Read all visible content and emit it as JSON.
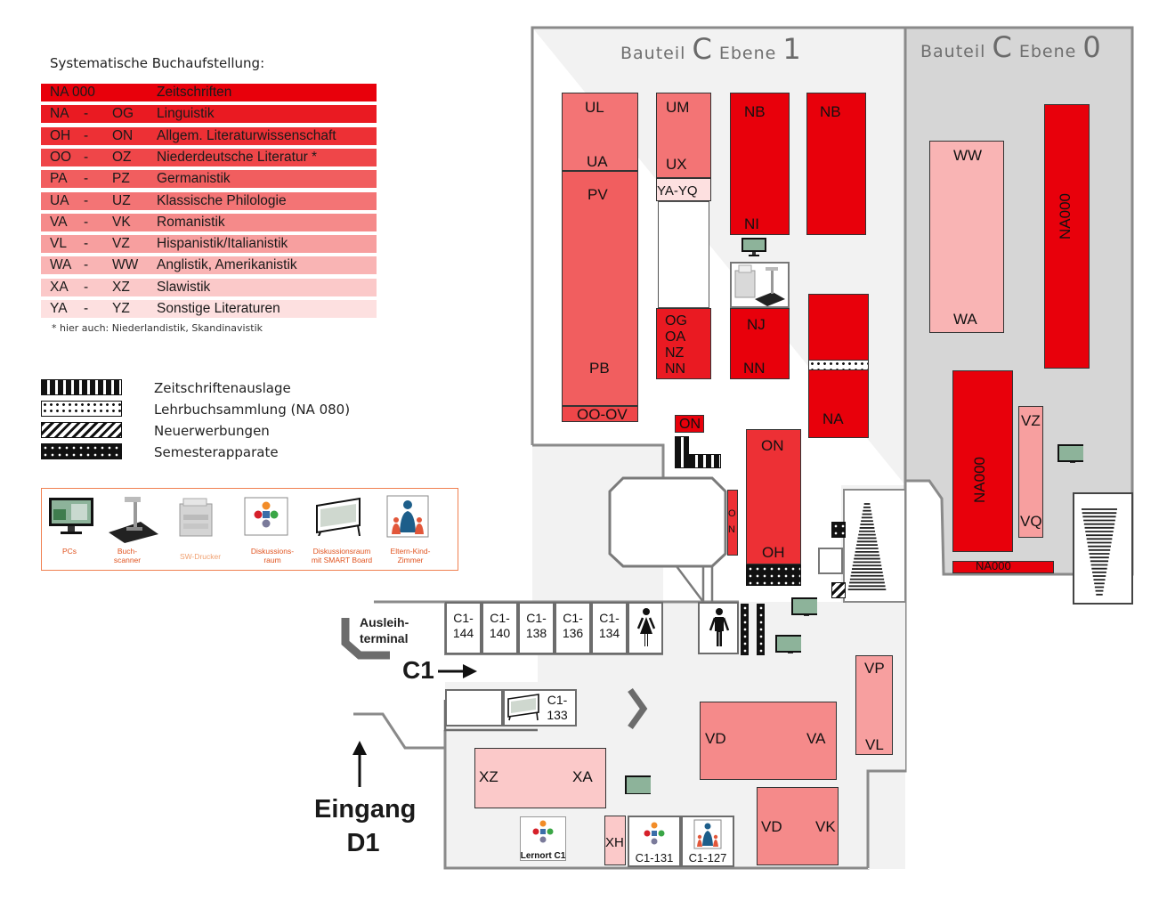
{
  "legend": {
    "title": "Systematische Buchaufstellung:",
    "rows": [
      {
        "a": "NA 000",
        "d": "",
        "b": "",
        "label": "Zeitschriften",
        "color": "#e8000b"
      },
      {
        "a": "NA",
        "d": "-",
        "b": "OG",
        "label": "Linguistik",
        "color": "#ea1a22"
      },
      {
        "a": "OH",
        "d": "-",
        "b": "ON",
        "label": "Allgem. Literaturwissenschaft",
        "color": "#ed3035"
      },
      {
        "a": "OO",
        "d": "-",
        "b": "OZ",
        "label": "Niederdeutsche Literatur *",
        "color": "#ef4649"
      },
      {
        "a": "PA",
        "d": "-",
        "b": "PZ",
        "label": "Germanistik",
        "color": "#f15e5f"
      },
      {
        "a": "UA",
        "d": "-",
        "b": "UZ",
        "label": "Klassische Philologie",
        "color": "#f37475"
      },
      {
        "a": "VA",
        "d": "-",
        "b": "VK",
        "label": "Romanistik",
        "color": "#f58a8a"
      },
      {
        "a": "VL",
        "d": "-",
        "b": "VZ",
        "label": "Hispanistik/Italianistik",
        "color": "#f79f9f"
      },
      {
        "a": "WA",
        "d": "-",
        "b": "WW",
        "label": "Anglistik, Amerikanistik",
        "color": "#f9b4b4"
      },
      {
        "a": "XA",
        "d": "-",
        "b": "XZ",
        "label": "Slawistik",
        "color": "#fbc9c9"
      },
      {
        "a": "YA",
        "d": "-",
        "b": "YZ",
        "label": "Sonstige Literaturen",
        "color": "#fde0e0"
      }
    ],
    "note": "* hier auch: Niederlandistik, Skandinavistik",
    "patterns": [
      {
        "label": "Zeitschriftenauslage"
      },
      {
        "label": "Lehrbuchsammlung (NA 080)"
      },
      {
        "label": "Neuerwerbungen"
      },
      {
        "label": "Semesterapparate"
      }
    ],
    "services": [
      {
        "label": "PCs",
        "icon": "monitor-icon"
      },
      {
        "label": "Buch-\nscanner",
        "icon": "book-scanner-icon"
      },
      {
        "label": "SW-Drucker",
        "icon": "printer-icon"
      },
      {
        "label": "Diskussions-\nraum",
        "icon": "discussion-dots-icon"
      },
      {
        "label": "Diskussionsraum\nmit SMART Board",
        "icon": "smart-board-icon"
      },
      {
        "label": "Eltern-Kind-\nZimmer",
        "icon": "family-icon"
      }
    ]
  },
  "headers": {
    "level1": {
      "pre": "Bauteil",
      "letter": "C",
      "mid": "Ebene",
      "num": "1"
    },
    "level0": {
      "pre": "Bauteil",
      "letter": "C",
      "mid": "Ebene",
      "num": "0"
    }
  },
  "shelves": {
    "ul": "UL",
    "ua": "UA",
    "pv": "PV",
    "pb": "PB",
    "oo_ov": "OO-OV",
    "um": "UM",
    "ux": "UX",
    "ya_yq": "YA-YQ",
    "og": "OG",
    "oa": "OA",
    "nz": "NZ",
    "nn1": "NN",
    "nb1": "NB",
    "ni": "NI",
    "nb2": "NB",
    "nj": "NJ",
    "nn2": "NN",
    "na": "NA",
    "on_small": "ON",
    "on": "ON",
    "oh": "OH",
    "o_n_small1": "O",
    "o_n_small2": "N",
    "ww": "WW",
    "wa": "WA",
    "na000_top": "NA000",
    "na000_mid": "NA000",
    "na000_bottom": "NA000",
    "vz": "VZ",
    "vq": "VQ",
    "vp": "VP",
    "vl": "VL",
    "vd1": "VD",
    "va": "VA",
    "vd2": "VD",
    "vk": "VK",
    "xz": "XZ",
    "xa": "XA",
    "xh": "XH"
  },
  "rooms": {
    "c1_144": [
      "C1-",
      "144"
    ],
    "c1_140": [
      "C1-",
      "140"
    ],
    "c1_138": [
      "C1-",
      "138"
    ],
    "c1_136": [
      "C1-",
      "136"
    ],
    "c1_134": [
      "C1-",
      "134"
    ],
    "c1_133": [
      "C1-",
      "133"
    ],
    "c1_131": "C1-131",
    "c1_127": "C1-127",
    "lernort": "Lernort C1"
  },
  "labels": {
    "ausleih": [
      "Ausleih-",
      "terminal"
    ],
    "c1_arrow": "C1",
    "eingang": [
      "Eingang",
      "D1"
    ]
  }
}
